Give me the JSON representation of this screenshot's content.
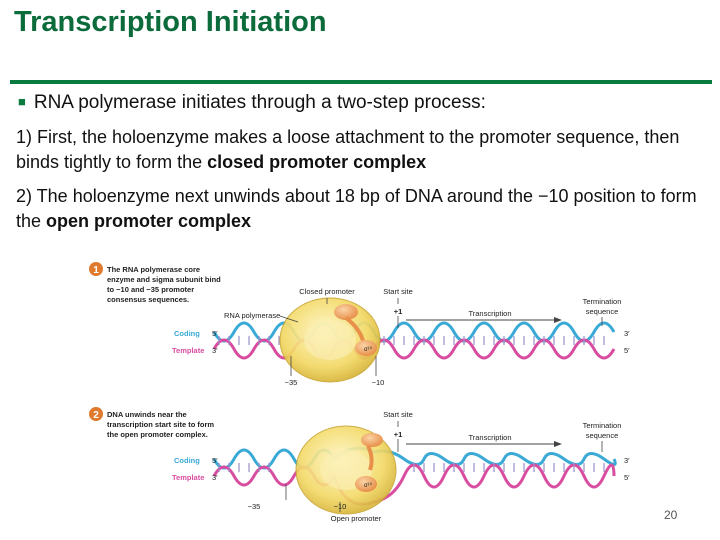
{
  "slide": {
    "title": "Transcription Initiation",
    "bullet": "RNA polymerase initiates through a two-step process:",
    "step1": {
      "prefix": "1) First, the holoenzyme makes a loose attachment to the promoter sequence, then binds tightly to form the ",
      "emphasis": "closed promoter complex"
    },
    "step2": {
      "prefix": "2) The holoenzyme next unwinds about 18 bp of DNA around the −10 position to form the ",
      "emphasis": "open promoter complex"
    },
    "page_number": "20"
  },
  "figure": {
    "panel1": {
      "step": "1",
      "caption": [
        "The RNA polymerase core",
        "enzyme and sigma subunit bind",
        "to −10 and −35 promoter",
        "consensus sequences."
      ],
      "closed_promoter": "Closed promoter",
      "start_site": "Start site",
      "plus_one": "+1",
      "rna_polymerase": "RNA polymerase",
      "sigma": "σ¹⁰",
      "transcription": "Transcription",
      "termination": [
        "Termination",
        "sequence"
      ],
      "coding": "Coding",
      "template": "Template",
      "five_prime": "5′",
      "three_prime": "3′",
      "minus35": "−35",
      "minus10": "−10"
    },
    "panel2": {
      "step": "2",
      "caption": [
        "DNA unwinds near the",
        "transcription start site to form",
        "the open promoter complex."
      ],
      "start_site": "Start site",
      "plus_one": "+1",
      "sigma": "σ¹⁰",
      "transcription": "Transcription",
      "termination": [
        "Termination",
        "sequence"
      ],
      "coding": "Coding",
      "template": "Template",
      "five_prime": "5′",
      "three_prime": "3′",
      "minus35": "−35",
      "minus10": "−10",
      "open_promoter": "Open promoter"
    },
    "colors": {
      "coding": "#3aa9d6",
      "template": "#d94da0",
      "enzyme": "#f1d55c",
      "sigma": "#f2a35b",
      "step_badge": "#e07a2e"
    }
  }
}
